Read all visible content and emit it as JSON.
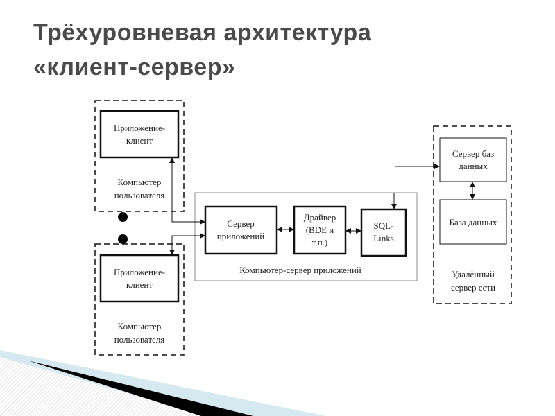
{
  "title": {
    "line1": "Трёхуровневая архитектура",
    "line2": "«клиент-сервер»"
  },
  "diagram": {
    "client1": {
      "app_line1": "Приложение-",
      "app_line2": "клиент",
      "label_line1": "Компьютер",
      "label_line2": "пользователя"
    },
    "client2": {
      "app_line1": "Приложение-",
      "app_line2": "клиент",
      "label_line1": "Компьютер",
      "label_line2": "пользователя"
    },
    "app_server": {
      "label": "Компьютер-сервер приложений",
      "server_line1": "Сервер",
      "server_line2": "приложений",
      "driver_line1": "Драйвер",
      "driver_line2": "(BDE и",
      "driver_line3": "т.п.)",
      "sql_line1": "SQL-",
      "sql_line2": "Links"
    },
    "remote": {
      "label_line1": "Удалённый",
      "label_line2": "сервер сети",
      "dbserver_line1": "Сервер баз",
      "dbserver_line2": "данных",
      "db": "База данных"
    }
  },
  "colors": {
    "title": "#4a4a4a",
    "accent": "#d6e9f0"
  }
}
